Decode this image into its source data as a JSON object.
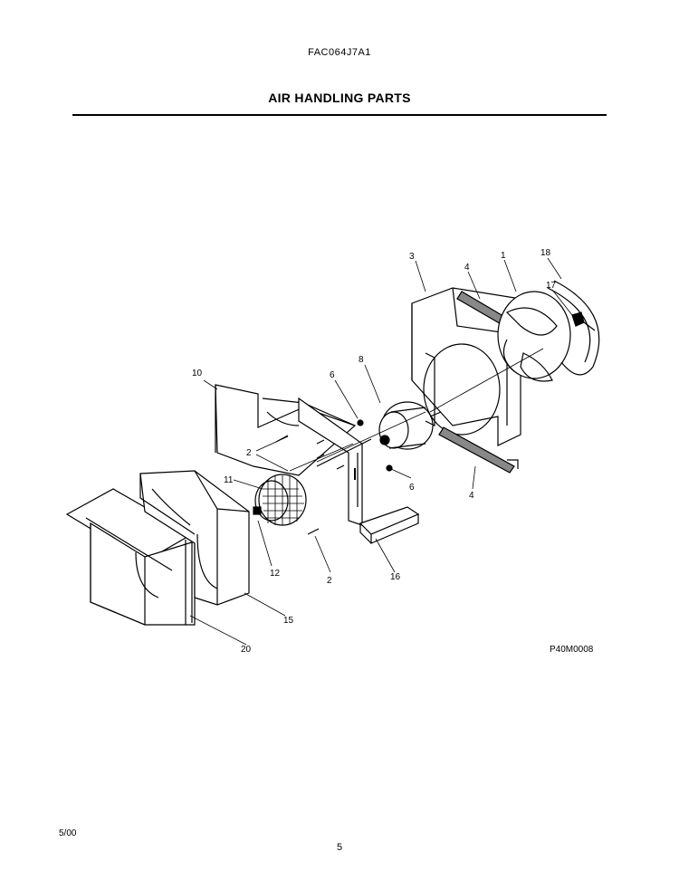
{
  "header": {
    "model": "FAC064J7A1",
    "title": "AIR HANDLING PARTS"
  },
  "diagram": {
    "code": "P40M0008",
    "callouts": [
      "3",
      "4",
      "1",
      "18",
      "17",
      "8",
      "6",
      "10",
      "2",
      "11",
      "6",
      "4",
      "12",
      "2",
      "16",
      "15",
      "20"
    ]
  },
  "footer": {
    "date": "5/00",
    "page": "5"
  }
}
